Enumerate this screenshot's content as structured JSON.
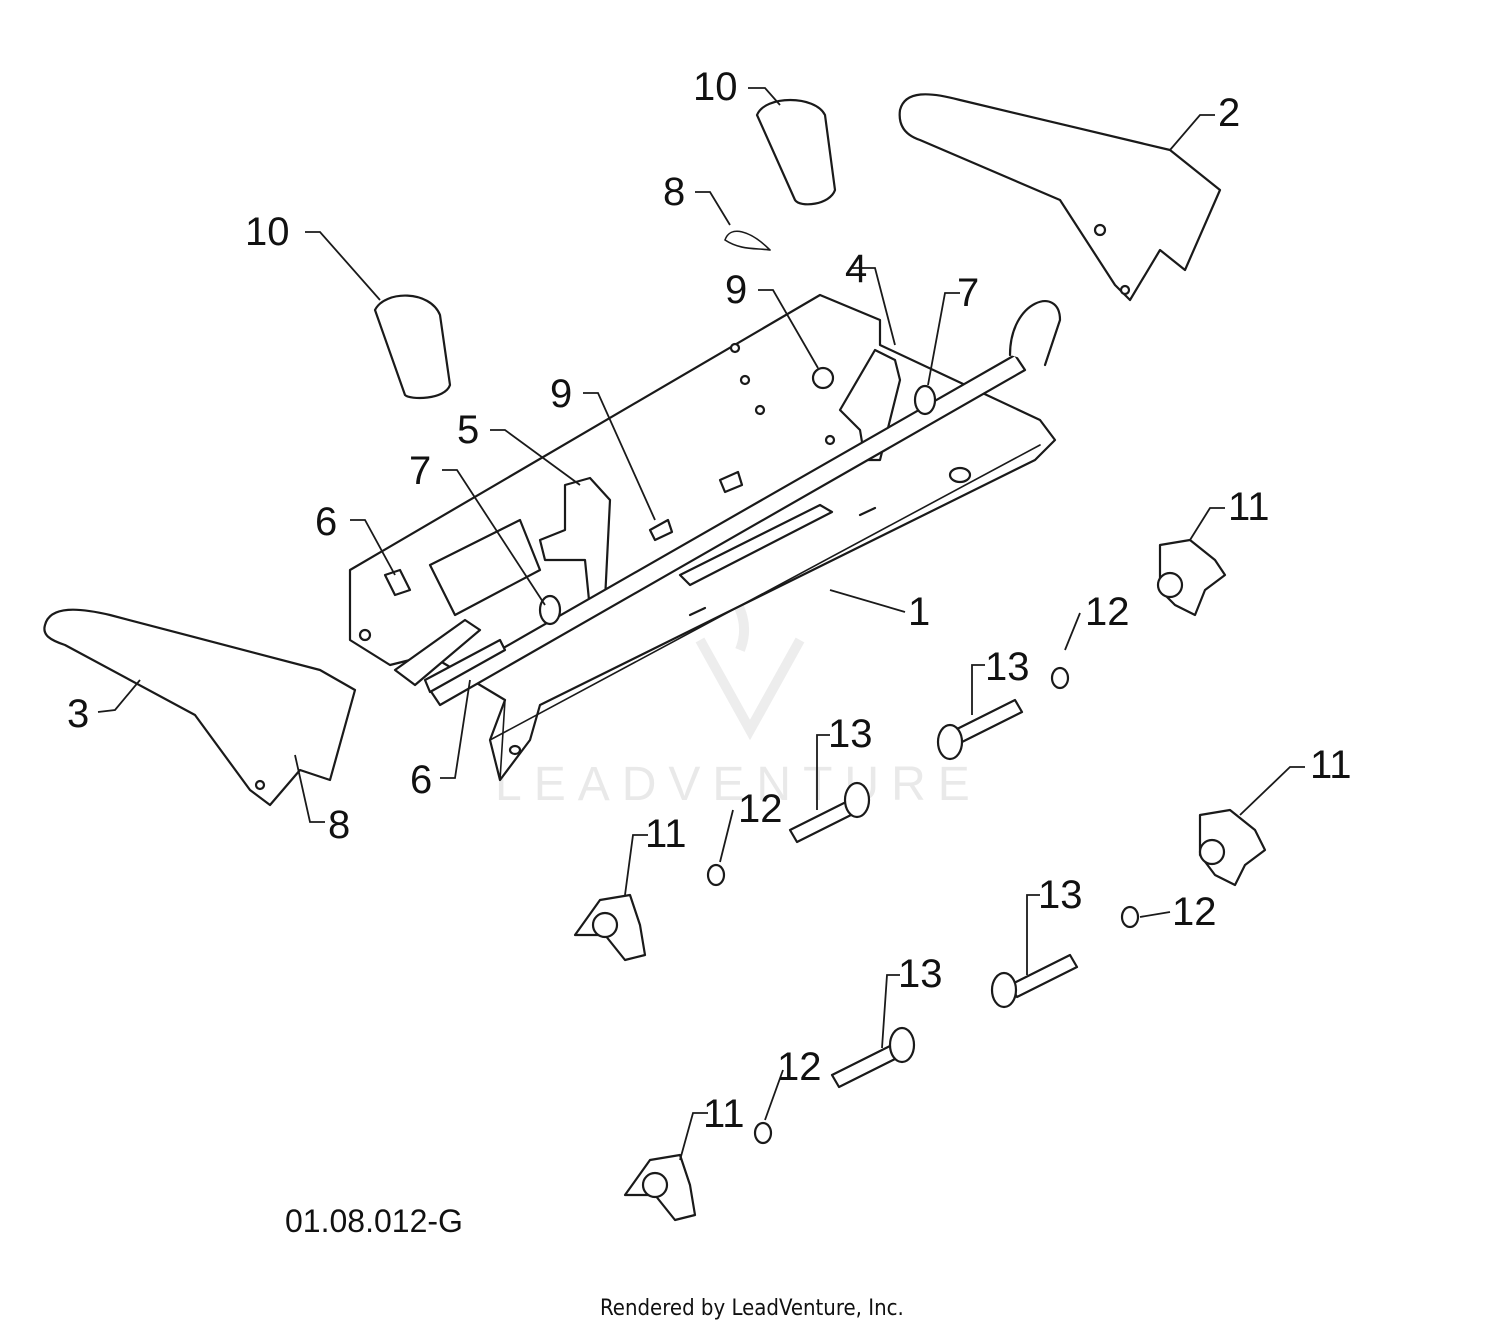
{
  "callouts": {
    "c1": "1",
    "c2": "2",
    "c3": "3",
    "c4": "4",
    "c5": "5",
    "c6a": "6",
    "c6b": "6",
    "c7a": "7",
    "c7b": "7",
    "c8a": "8",
    "c8b": "8",
    "c9a": "9",
    "c9b": "9",
    "c10a": "10",
    "c10b": "10",
    "c11a": "11",
    "c11b": "11",
    "c11c": "11",
    "c11d": "11",
    "c12a": "12",
    "c12b": "12",
    "c12c": "12",
    "c12d": "12",
    "c13a": "13",
    "c13b": "13",
    "c13c": "13",
    "c13d": "13"
  },
  "diagram_code": "01.08.012-G",
  "footer": "Rendered by LeadVenture, Inc.",
  "watermark": "LEADVENTURE"
}
